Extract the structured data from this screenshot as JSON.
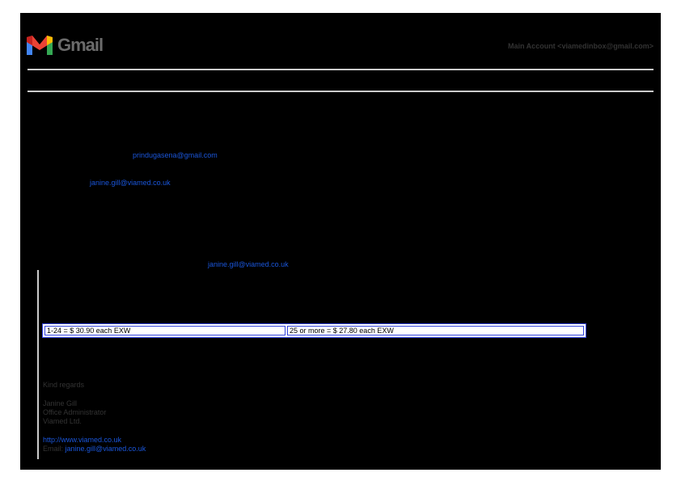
{
  "header": {
    "brand": "Gmail",
    "account": "Main Account <viamedinbox@gmail.com>"
  },
  "message": {
    "from_email": "prindugasena@gmail.com",
    "to_email": "janine.gill@viamed.co.uk",
    "quoted_email": "janine.gill@viamed.co.uk"
  },
  "price_table": {
    "cells": [
      "1-24 = $ 30.90 each EXW",
      "25 or more = $ 27.80 each EXW"
    ]
  },
  "signature": {
    "closing": "Kind regards",
    "name": "Janine Gill",
    "title": "Office Administrator",
    "company": "Viamed Ltd.",
    "website": "http://www.viamed.co.uk",
    "email_label": "Email:",
    "email": "janine.gill@viamed.co.uk"
  },
  "colors": {
    "link": "#1a56db",
    "table_border": "#3344dd"
  }
}
